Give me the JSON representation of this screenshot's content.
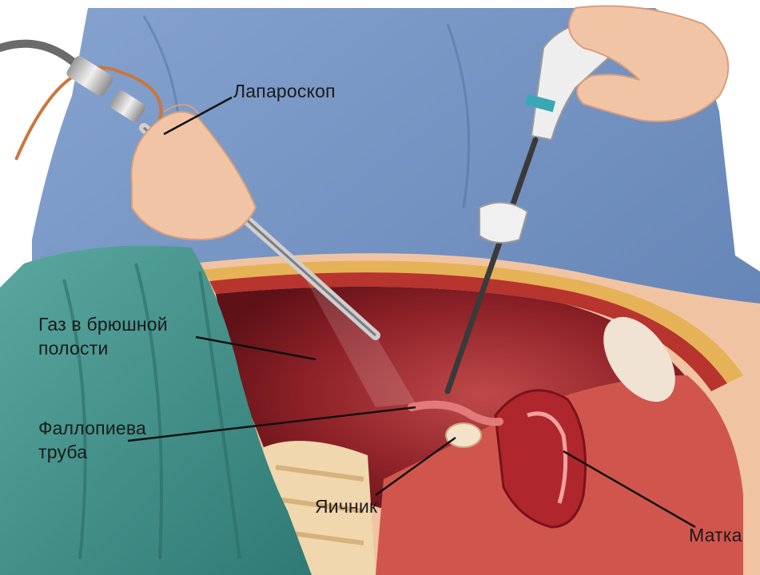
{
  "labels": {
    "laparoscope": "Лапароскоп",
    "abdominal_gas_line1": "Газ в брюшной",
    "abdominal_gas_line2": "полости",
    "fallopian_tube_line1": "Фаллопиева",
    "fallopian_tube_line2": "труба",
    "ovary": "Яичник",
    "uterus": "Матка"
  },
  "colors": {
    "gown": "#6f8fbf",
    "drape": "#3f8f88",
    "skin": "#f1c3a4",
    "cavity": "#8a1f24",
    "tissue": "#c5423b",
    "fat": "#e8b45a",
    "bone": "#f2d8b0",
    "instrument": "#d9d9d9",
    "leader_line": "#111111"
  },
  "icons": [
    "laparoscope-instrument",
    "grasper-instrument",
    "surgeon-hand",
    "uterus-organ",
    "ovary-organ"
  ]
}
